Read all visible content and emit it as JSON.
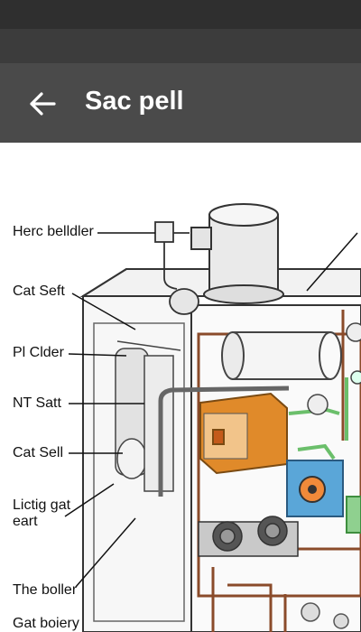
{
  "app_bar": {
    "title": "Sac pell",
    "back_icon": "arrow-left-icon"
  },
  "diagram": {
    "labels": [
      "Herc belldler",
      "Cat Seft",
      "Pl Clder",
      "NT Satt",
      "Cat Sell",
      "Lictig gat",
      "eart",
      "The boller",
      "Gat boiery"
    ]
  },
  "colors": {
    "status_bar": "#2f2f2f",
    "app_bar": "#4a4a4a",
    "accent_orange": "#e08a2a",
    "accent_blue": "#5aa6d8",
    "accent_green": "#6bbf6b"
  }
}
